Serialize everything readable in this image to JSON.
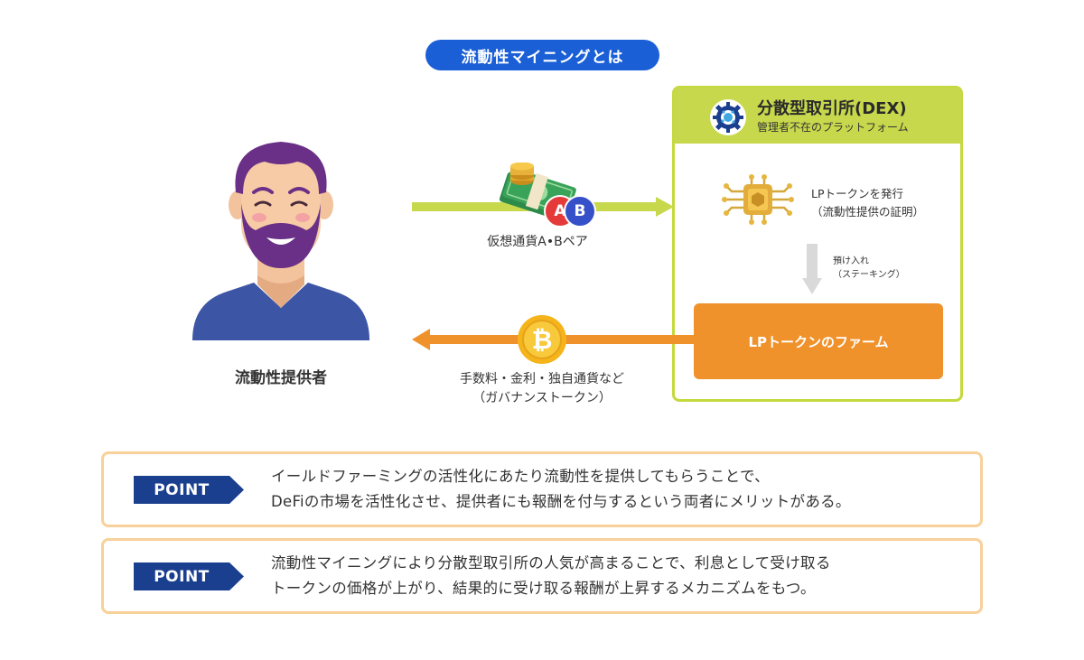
{
  "title": "流動性マイニングとは",
  "dex": {
    "title": "分散型取引所(DEX)",
    "subtitle": "管理者不在のプラットフォーム",
    "lp_issue": [
      "LPトークンを発行",
      "（流動性提供の証明）"
    ],
    "stake": [
      "預け入れ",
      "（ステーキング）"
    ],
    "farm": "LPトークンのファーム"
  },
  "provider": "流動性提供者",
  "pair": {
    "label": "仮想通貨A•Bペア",
    "coin_a": "A",
    "coin_b": "B"
  },
  "fees": [
    "手数料・金利・独自通貨など",
    "（ガバナンストークン）"
  ],
  "points": [
    {
      "badge": "POINT",
      "lines": [
        "イールドファーミングの活性化にあたり流動性を提供してもらうことで、",
        "DeFiの市場を活性化させ、提供者にも報酬を付与するという両者にメリットがある。"
      ]
    },
    {
      "badge": "POINT",
      "lines": [
        "流動性マイニングにより分散型取引所の人気が高まることで、利息として受け取る",
        "トークンの価格が上がり、結果的に受け取る報酬が上昇するメカニズムをもつ。"
      ]
    }
  ],
  "colors": {
    "title_blue": "#1a5fd6",
    "dex_green": "#c3d93c",
    "arrow_green": "#c7d84c",
    "farm_orange": "#f0922b",
    "point_navy": "#1b3f8f",
    "point_border": "#f8d19a"
  }
}
